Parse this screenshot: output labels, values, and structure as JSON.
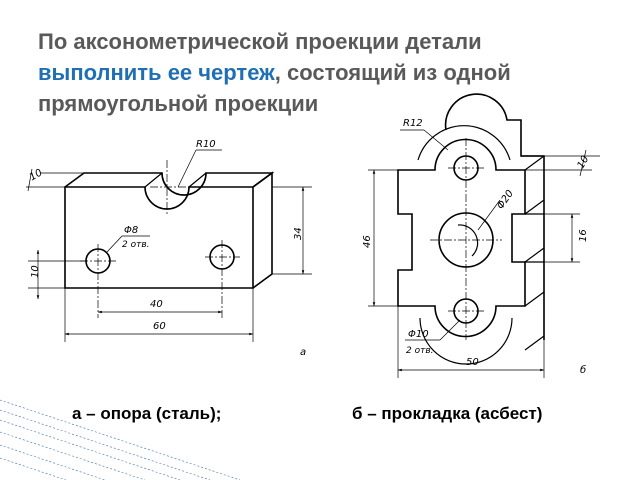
{
  "title": {
    "line1": "По аксонометрической проекции детали",
    "line2_highlight": "выполнить ее чертеж",
    "line2_rest": ", состоящий из одной",
    "line3": "прямоугольной проекции"
  },
  "colors": {
    "title_text": "#595959",
    "highlight": "#1f6fb2",
    "drawing_lines": "#000000",
    "corner_hatch": "#3a74b5"
  },
  "drawing_a": {
    "dims": {
      "r": "R10",
      "hole_d": "Φ8",
      "holes_count": "2 отв.",
      "depth": "10",
      "height": "34",
      "hole_height": "10",
      "hole_spacing": "40",
      "length": "60"
    },
    "letter": "а"
  },
  "drawing_b": {
    "dims": {
      "r": "R12",
      "center_d": "Φ20",
      "hole_d": "Φ10",
      "holes_count": "2 отв.",
      "thickness": "10",
      "height": "46",
      "slot": "16",
      "width": "50"
    },
    "letter": "б"
  },
  "captions": {
    "left": "а – опора (сталь);",
    "right": "б – прокладка (асбест)"
  }
}
